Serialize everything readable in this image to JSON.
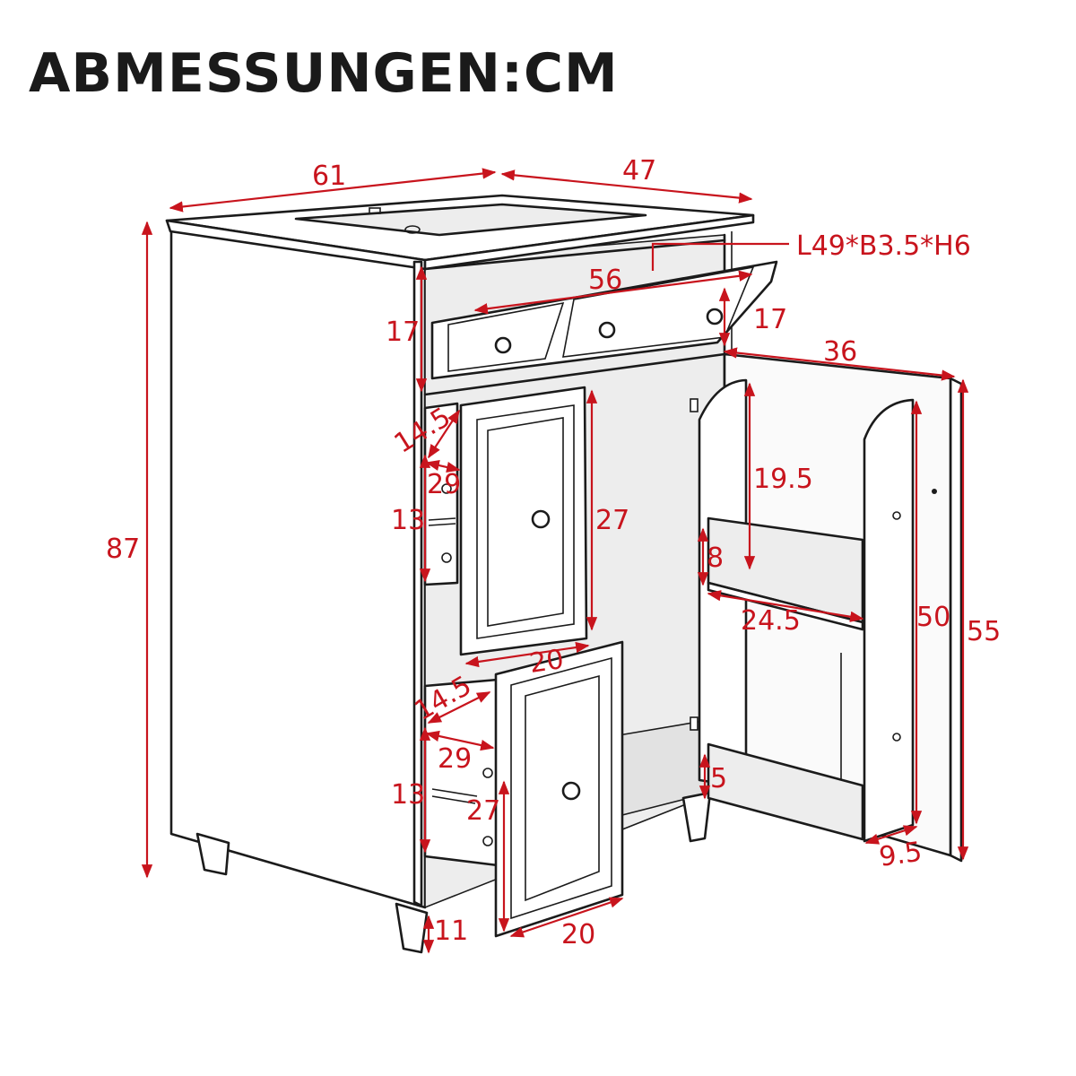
{
  "title": "ABMESSUNGEN:CM",
  "colors": {
    "dimension": "#c8141d",
    "outline": "#1b1b1b",
    "title": "#1a1a1a"
  },
  "labels": {
    "width_61": "61",
    "depth_47": "47",
    "sink": "L49*B3.5*H6",
    "top_drawer_width": "56",
    "top_drawer_h_left": "17",
    "top_drawer_h_right": "17",
    "height_87": "87",
    "door_width": "36",
    "shelf_gap": "19.5",
    "drawer1_depth": "14.5",
    "drawer1_width": "29",
    "drawer1_height": "13",
    "drawer1_front_h": "27",
    "drawer1_front_w": "20",
    "drawer2_depth": "14.5",
    "drawer2_width": "29",
    "drawer2_height": "13",
    "drawer2_front_h": "27",
    "drawer2_front_w": "20",
    "shelf_lip": "8",
    "shelf_width": "24.5",
    "door_inner_h": "50",
    "door_outer_h": "55",
    "door_bottom": "5",
    "door_depth": "9.5",
    "leg_height": "11"
  }
}
